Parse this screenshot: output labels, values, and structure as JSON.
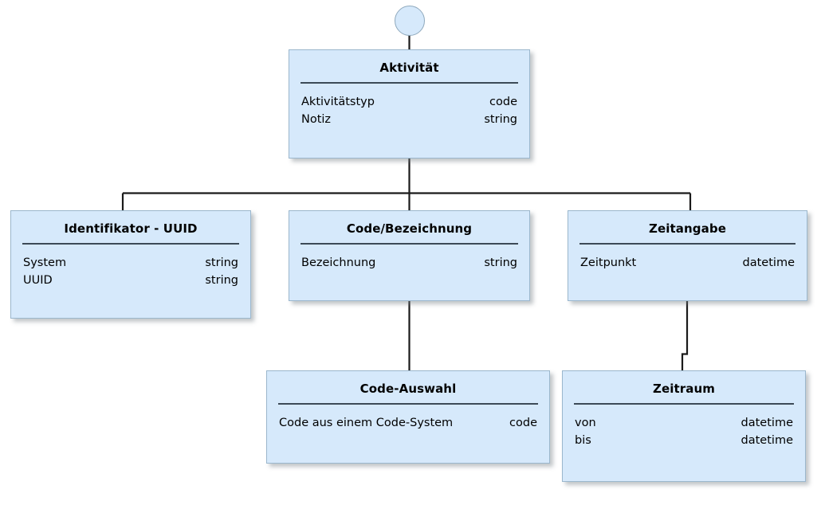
{
  "diagram": {
    "type": "uml-class-hierarchy",
    "language": "de",
    "root_node_name": "root-connector-circle",
    "colors": {
      "node_fill": "#d6e9fb",
      "node_border": "#9bb7cd",
      "title_separator": "#3c4a57",
      "connector_line": "#1a1a1a",
      "background": "#ffffff",
      "text": "#000000"
    }
  },
  "nodes": [
    {
      "id": "aktivitaet",
      "title": "Aktivität",
      "attributes": [
        {
          "name": "Aktivitätstyp",
          "type": "code"
        },
        {
          "name": "Notiz",
          "type": "string"
        }
      ]
    },
    {
      "id": "identifikator",
      "title": "Identifikator - UUID",
      "attributes": [
        {
          "name": "System",
          "type": "string"
        },
        {
          "name": "UUID",
          "type": "string"
        }
      ]
    },
    {
      "id": "codebezeichnung",
      "title": "Code/Bezeichnung",
      "attributes": [
        {
          "name": "Bezeichnung",
          "type": "string"
        }
      ]
    },
    {
      "id": "zeitangabe",
      "title": "Zeitangabe",
      "attributes": [
        {
          "name": "Zeitpunkt",
          "type": "datetime"
        }
      ]
    },
    {
      "id": "codeauswahl",
      "title": "Code-Auswahl",
      "attributes": [
        {
          "name": "Code aus einem Code-System",
          "type": "code"
        }
      ]
    },
    {
      "id": "zeitraum",
      "title": "Zeitraum",
      "attributes": [
        {
          "name": "von",
          "type": "datetime"
        },
        {
          "name": "bis",
          "type": "datetime"
        }
      ]
    }
  ],
  "edges": [
    {
      "from": "root-circle",
      "to": "aktivitaet"
    },
    {
      "from": "aktivitaet",
      "to": "identifikator"
    },
    {
      "from": "aktivitaet",
      "to": "codebezeichnung"
    },
    {
      "from": "aktivitaet",
      "to": "zeitangabe"
    },
    {
      "from": "codebezeichnung",
      "to": "codeauswahl"
    },
    {
      "from": "zeitangabe",
      "to": "zeitraum"
    }
  ]
}
